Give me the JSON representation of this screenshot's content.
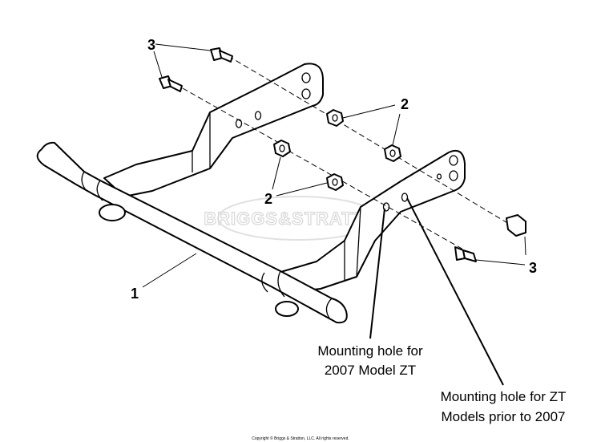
{
  "watermark": "BRIGGS&STRATTON",
  "callouts": {
    "frame": "1",
    "nut_upper": "2",
    "nut_lower": "2",
    "bolt_upper": "3",
    "bolt_lower": "3"
  },
  "notes": {
    "hole_2007_line1": "Mounting hole for",
    "hole_2007_line2": "2007 Model ZT",
    "hole_prior_line1": "Mounting hole for ZT",
    "hole_prior_line2": "Models prior to 2007"
  },
  "copyright": "Copyright © Briggs & Stratton, LLC. All rights reserved."
}
